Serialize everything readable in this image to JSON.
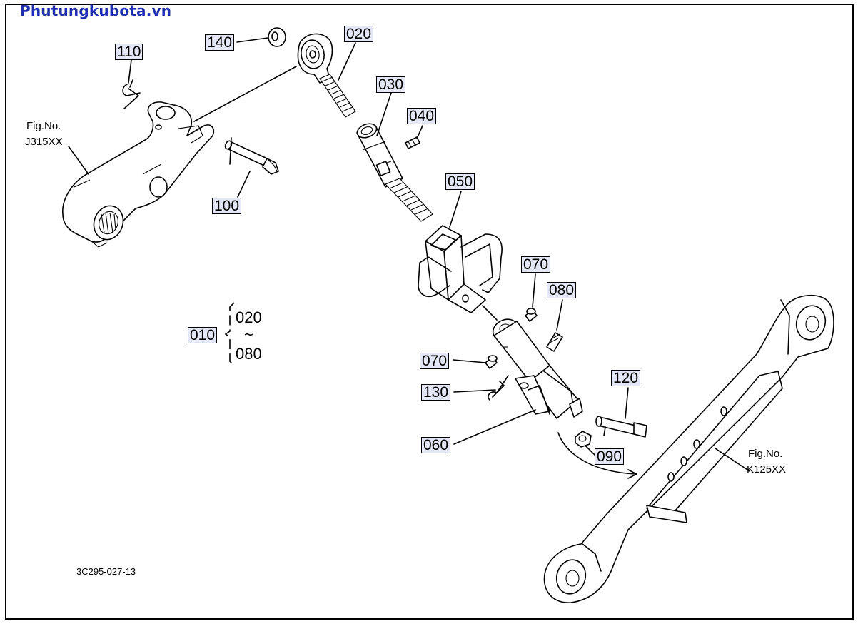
{
  "site_watermark": "Phutungkubota.vn",
  "callouts": {
    "c010": "010",
    "c020": "020",
    "c030": "030",
    "c040": "040",
    "c050": "050",
    "c060": "060",
    "c070a": "070",
    "c070b": "070",
    "c080": "080",
    "c090": "090",
    "c100": "100",
    "c110": "110",
    "c120": "120",
    "c130": "130",
    "c140": "140"
  },
  "set_range": {
    "from": "020",
    "tilde": "~",
    "to": "080"
  },
  "fig_refs": {
    "upper_left": {
      "line1": "Fig.No.",
      "line2": "J315XX"
    },
    "lower_right": {
      "line1": "Fig.No.",
      "line2": "K125XX"
    }
  },
  "drawing_number": "3C295-027-13"
}
